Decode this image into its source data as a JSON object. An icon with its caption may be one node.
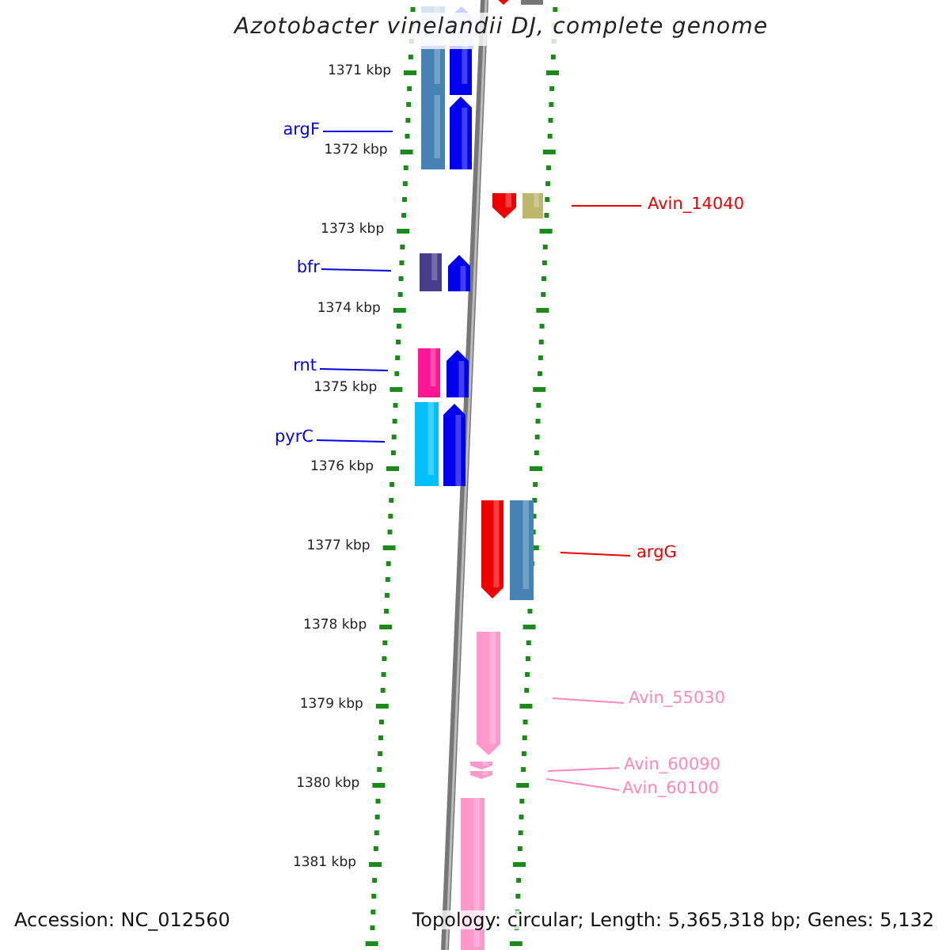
{
  "diagram": {
    "title": "Azotobacter vinelandii DJ, complete genome",
    "nodes": [
      {
        "text": [
          "argF"
        ]
      },
      {
        "text": [
          "bfr"
        ]
      },
      {
        "text": [
          "rnt"
        ]
      },
      {
        "text": [
          "pyrC"
        ]
      },
      {
        "text": [
          "Avin_14040"
        ]
      },
      {
        "text": [
          "argG"
        ]
      },
      {
        "text": [
          "Avin_55030"
        ]
      },
      {
        "text": [
          "Avin_60090"
        ]
      },
      {
        "text": [
          "Avin_60100"
        ]
      }
    ],
    "edges": [
      {
        "from": 0,
        "to": null,
        "arrow": "none"
      },
      {
        "from": 1,
        "to": null,
        "arrow": "none"
      },
      {
        "from": 2,
        "to": null,
        "arrow": "none"
      },
      {
        "from": 3,
        "to": null,
        "arrow": "none"
      },
      {
        "from": 4,
        "to": null,
        "arrow": "none",
        "color": "#ee0000"
      },
      {
        "from": 5,
        "to": null,
        "arrow": "none",
        "color": "#ee0000"
      },
      {
        "from": 6,
        "to": null,
        "arrow": "none",
        "color": "#ff88bb"
      },
      {
        "from": 7,
        "to": null,
        "arrow": "none",
        "color": "#ff88bb"
      },
      {
        "from": 8,
        "to": null,
        "arrow": "none",
        "color": "#ff88bb"
      }
    ],
    "labels": [
      "1371 kbp",
      "1372 kbp",
      "1373 kbp",
      "1374 kbp",
      "1375 kbp",
      "1376 kbp",
      "1377 kbp",
      "1378 kbp",
      "1379 kbp",
      "1380 kbp",
      "1381 kbp",
      "Accession: NC_012560",
      "Topology: circular; Length: 5,365,318 bp; Genes: 5,132"
    ]
  }
}
